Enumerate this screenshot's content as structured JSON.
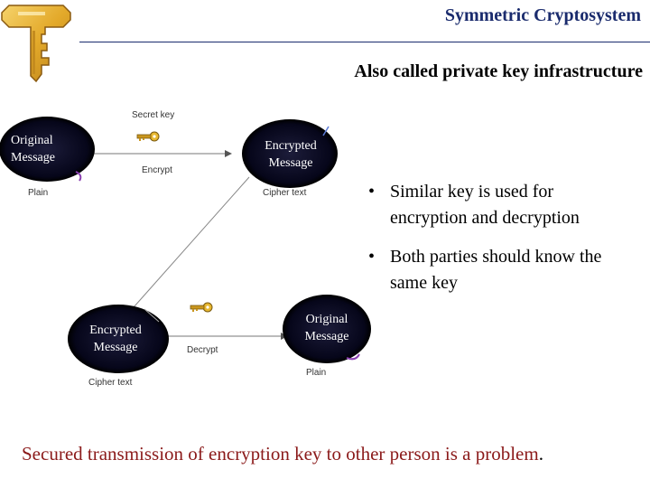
{
  "slide": {
    "title": "Symmetric Cryptosystem",
    "subtitle": "Also called private key infrastructure"
  },
  "diagram": {
    "top": {
      "source_text_line1": "Original",
      "source_text_line2": "Message",
      "source_caption": "Plain",
      "key_label": "Secret key",
      "arrow_label": "Encrypt",
      "target_text_line1": "Encrypted",
      "target_text_line2": "Message",
      "target_caption": "Cipher text"
    },
    "bottom": {
      "source_text_line1": "Encrypted",
      "source_text_line2": "Message",
      "source_caption": "Cipher text",
      "arrow_label": "Decrypt",
      "target_text_line1": "Original",
      "target_text_line2": "Message",
      "target_caption": "Plain"
    }
  },
  "bullets": [
    {
      "line1": "Similar key is used for",
      "line2": "encryption and decryption"
    },
    {
      "line1": "Both parties should know the",
      "line2": "same key"
    }
  ],
  "footer": {
    "text": "Secured transmission of encryption key to other person is a problem",
    "end": "."
  },
  "icons": {
    "logo": "key-icon",
    "secret_key": "key-icon",
    "bullet": "bullet-icon"
  },
  "colors": {
    "title": "#1a2b6d",
    "footer": "#8b1a1a",
    "bubble": "#0a0a2a",
    "key_gold": "#e8b830"
  }
}
